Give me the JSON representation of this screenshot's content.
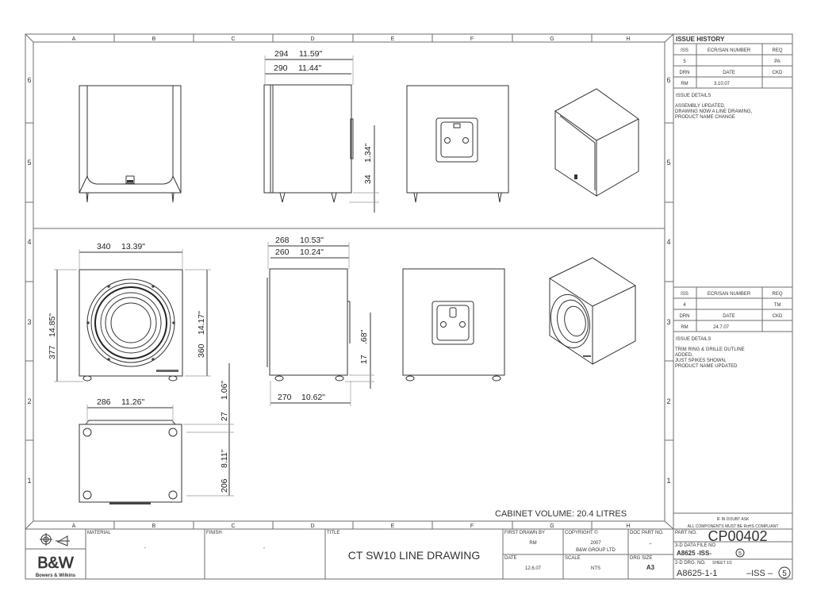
{
  "frame": {
    "columns": [
      "A",
      "B",
      "C",
      "D",
      "E",
      "F",
      "G",
      "H"
    ],
    "rows": [
      "6",
      "5",
      "4",
      "3",
      "2",
      "1"
    ]
  },
  "views": {
    "top_row": {
      "side": {
        "dim1_mm": "294",
        "dim1_in": "11.59\"",
        "dim2_mm": "290",
        "dim2_in": "11.44\"",
        "spike_mm": "34",
        "spike_in": "1.34\""
      }
    },
    "middle_row": {
      "front": {
        "width_mm": "340",
        "width_in": "13.39\"",
        "height_mm": "377",
        "height_in": "14.85\"",
        "body_height_mm": "360",
        "body_height_in": "14.17\""
      },
      "side": {
        "dim1_mm": "268",
        "dim1_in": "10.53\"",
        "dim2_mm": "260",
        "dim2_in": "10.24\"",
        "bottom_mm": "270",
        "bottom_in": "10.62\"",
        "foot_mm": "17",
        "foot_in": ".68\""
      },
      "base": {
        "width_mm": "286",
        "width_in": "11.26\"",
        "offset_mm": "27",
        "offset_in": "1.06\"",
        "depth_mm": "206",
        "depth_in": "8.11\""
      }
    },
    "cabinet_volume": "CABINET VOLUME: 20.4 LITRES"
  },
  "issue_history": {
    "title": "ISSUE HISTORY",
    "headers": {
      "iss": "ISS",
      "ecr": "ECR/SAN NUMBER",
      "req": "REQ",
      "drn": "DRN",
      "date": "DATE",
      "ckd": "CKD"
    },
    "entries": [
      {
        "iss": "5",
        "ecr": "",
        "req": "PA",
        "drn": "RM",
        "date": "3.10.07",
        "ckd": "",
        "details_label": "ISSUE DETAILS",
        "details": [
          "ASSEMBLY UPDATED,",
          "DRAWING NOW A LINE DRAWING,",
          "PRODUCT NAME CHANGE"
        ]
      },
      {
        "iss": "4",
        "ecr": "",
        "req": "TM",
        "drn": "RM",
        "date": "24.7.07",
        "ckd": "",
        "details_label": "ISSUE DETAILS",
        "details": [
          "TRIM RING & GRILLE OUTLINE",
          "ADDED,",
          "JUST SPIKES SHOWN,",
          "PRODUCT NAME UPDATED"
        ]
      }
    ],
    "doubt_note": "IF IN DOUBT ASK",
    "rohs_note": "ALL COMPONENTS MUST BE RoHS COMPLIANT"
  },
  "title_block": {
    "brand_logo": "B&W",
    "brand_name": "Bowers & Wilkins",
    "material_label": "MATERIAL",
    "material_value": "-",
    "finish_label": "FINISH",
    "finish_value": "-",
    "title_label": "TITLE",
    "title_value": "CT SW10 LINE DRAWING",
    "first_drawn_label": "FIRST DRAWN BY",
    "first_drawn_value": "RM",
    "copyright_label": "COPYRIGHT ©",
    "copyright_year": "2007",
    "copyright_owner": "B&W GROUP LTD",
    "doc_part_label": "DOC PART NO.",
    "doc_part_value": "–",
    "date_label": "DATE",
    "date_value": "12.6.07",
    "scale_label": "SCALE",
    "scale_value": "NTS",
    "drg_size_label": "DRG SIZE",
    "drg_size_value": "A3",
    "part_no_label": "PART NO.",
    "part_no_value": "CP00402",
    "data_file_label": "3-D DATA FILE NO",
    "data_file_value": "A8625  -ISS-",
    "data_file_iss": "5",
    "drg_no_label": "2-D DRG. NO.",
    "drg_sheet_label": "SHEET  1/1",
    "drg_no_value": "A8625-1-1",
    "drg_iss_label": "–ISS  –",
    "drg_iss": "5"
  }
}
